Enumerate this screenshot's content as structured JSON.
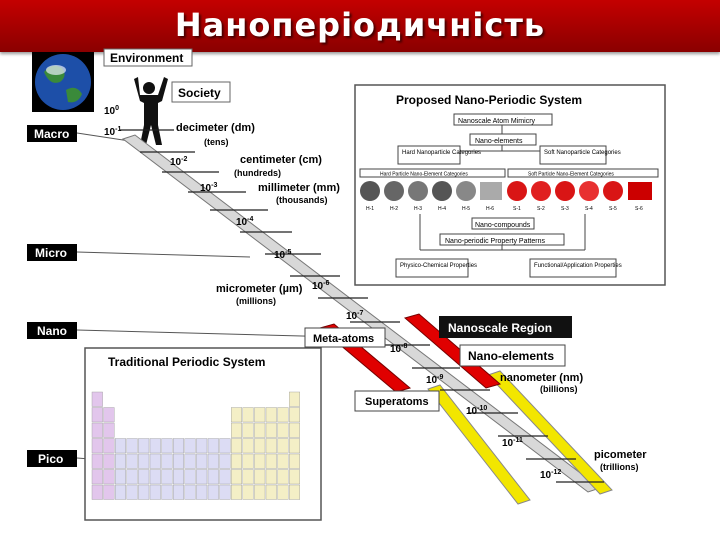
{
  "title": "Нанoперіодичність",
  "scales": {
    "macro": "Macro",
    "micro": "Micro",
    "nano": "Nano",
    "pico": "Pico"
  },
  "boxes": {
    "environment": "Environment",
    "society": "Society",
    "meta_atoms": "Meta-atoms",
    "nanoscale_region": "Nanoscale Region",
    "nano_elements": "Nano-elements",
    "superatoms": "Superatoms"
  },
  "units": {
    "dm": "decimeter (dm)",
    "dm_sub": "(tens)",
    "cm": "centimeter (cm)",
    "cm_sub": "(hundreds)",
    "mm": "millimeter (mm)",
    "mm_sub": "(thousands)",
    "um": "micrometer (µm)",
    "um_sub": "(millions)",
    "nm": "nanometer (nm)",
    "nm_sub": "(billions)",
    "pm": "picometer",
    "pm_sub": "(trillions)"
  },
  "powers": {
    "p0": "10",
    "e0": "0",
    "p1": "10",
    "e1": "-1",
    "p2": "10",
    "e2": "-2",
    "p3": "10",
    "e3": "-3",
    "p4": "10",
    "e4": "-4",
    "p5": "10",
    "e5": "-5",
    "p6": "10",
    "e6": "-6",
    "p7": "10",
    "e7": "-7",
    "p8": "10",
    "e8": "-8",
    "p9": "10",
    "e9": "-9",
    "p10": "10",
    "e10": "-10",
    "p11": "10",
    "e11": "-11",
    "p12": "10",
    "e12": "-12"
  },
  "nano_periodic": {
    "title": "Proposed Nano-Periodic  System",
    "mimicry": "Nanoscale Atom Mimicry",
    "elements": "Nano-elements",
    "hard": "Hard Nanoparticle Categories",
    "soft": "Soft Nanoparticle Categories",
    "hard_row": "Hard Particle Nano-Element Categories",
    "soft_row": "Soft Particle Nano-Element Categories",
    "hard_codes": [
      "H-1",
      "H-2",
      "H-3",
      "H-4",
      "H-5",
      "H-6"
    ],
    "soft_codes": [
      "S-1",
      "S-2",
      "S-3",
      "S-4",
      "S-5",
      "S-6"
    ],
    "compounds": "Nano-compounds",
    "patterns": "Nano-periodic Property Patterns",
    "physico": "Physico-Chemical Properties",
    "functional": "Functional/Application Properties"
  },
  "traditional": {
    "title": "Traditional  Periodic System"
  },
  "colors": {
    "red": "#e00000",
    "yellow": "#f2e600",
    "title_red": "#b80000"
  }
}
